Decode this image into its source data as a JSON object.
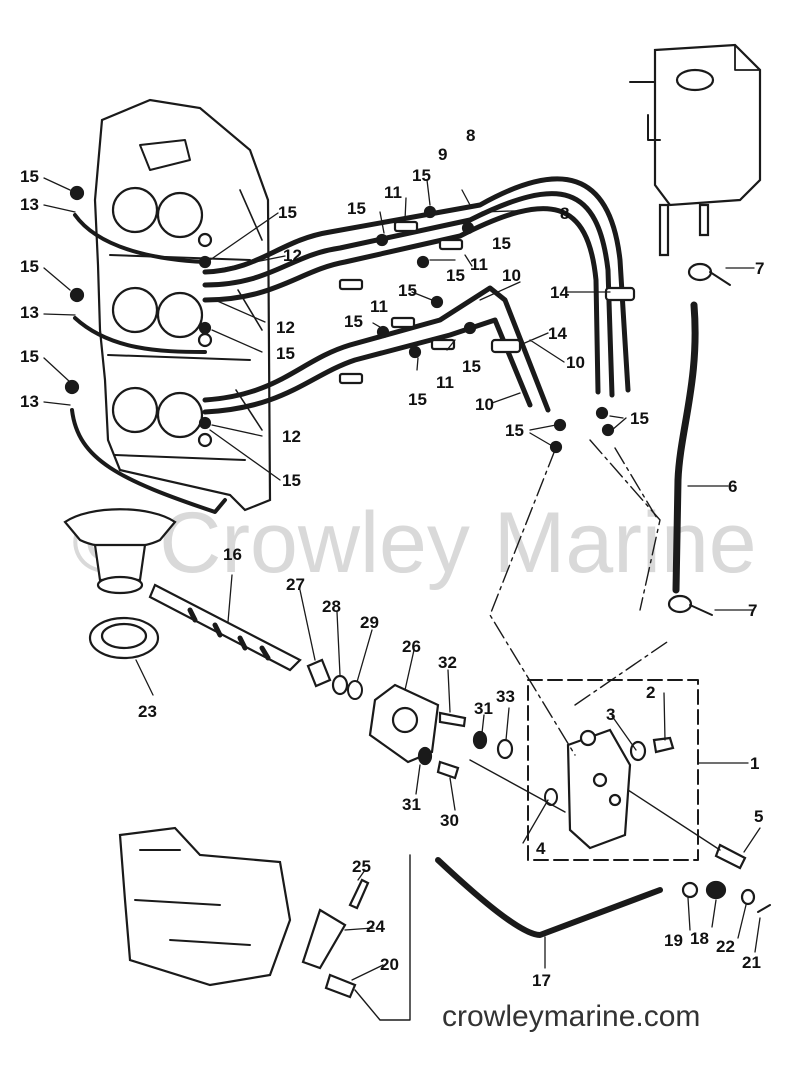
{
  "watermark": "© Crowley Marine",
  "footer_url": "crowleymarine.com",
  "callouts": {
    "c1": "1",
    "c2": "2",
    "c3": "3",
    "c4": "4",
    "c5": "5",
    "c6": "6",
    "c7": "7",
    "c8": "8",
    "c9": "9",
    "c10": "10",
    "c11": "11",
    "c12": "12",
    "c13": "13",
    "c14": "14",
    "c15": "15",
    "c16": "16",
    "c17": "17",
    "c18": "18",
    "c19": "19",
    "c20": "20",
    "c21": "21",
    "c22": "22",
    "c23": "23",
    "c24": "24",
    "c25": "25",
    "c26": "26",
    "c27": "27",
    "c28": "28",
    "c29": "29",
    "c30": "30",
    "c31": "31",
    "c32": "32",
    "c33": "33"
  }
}
